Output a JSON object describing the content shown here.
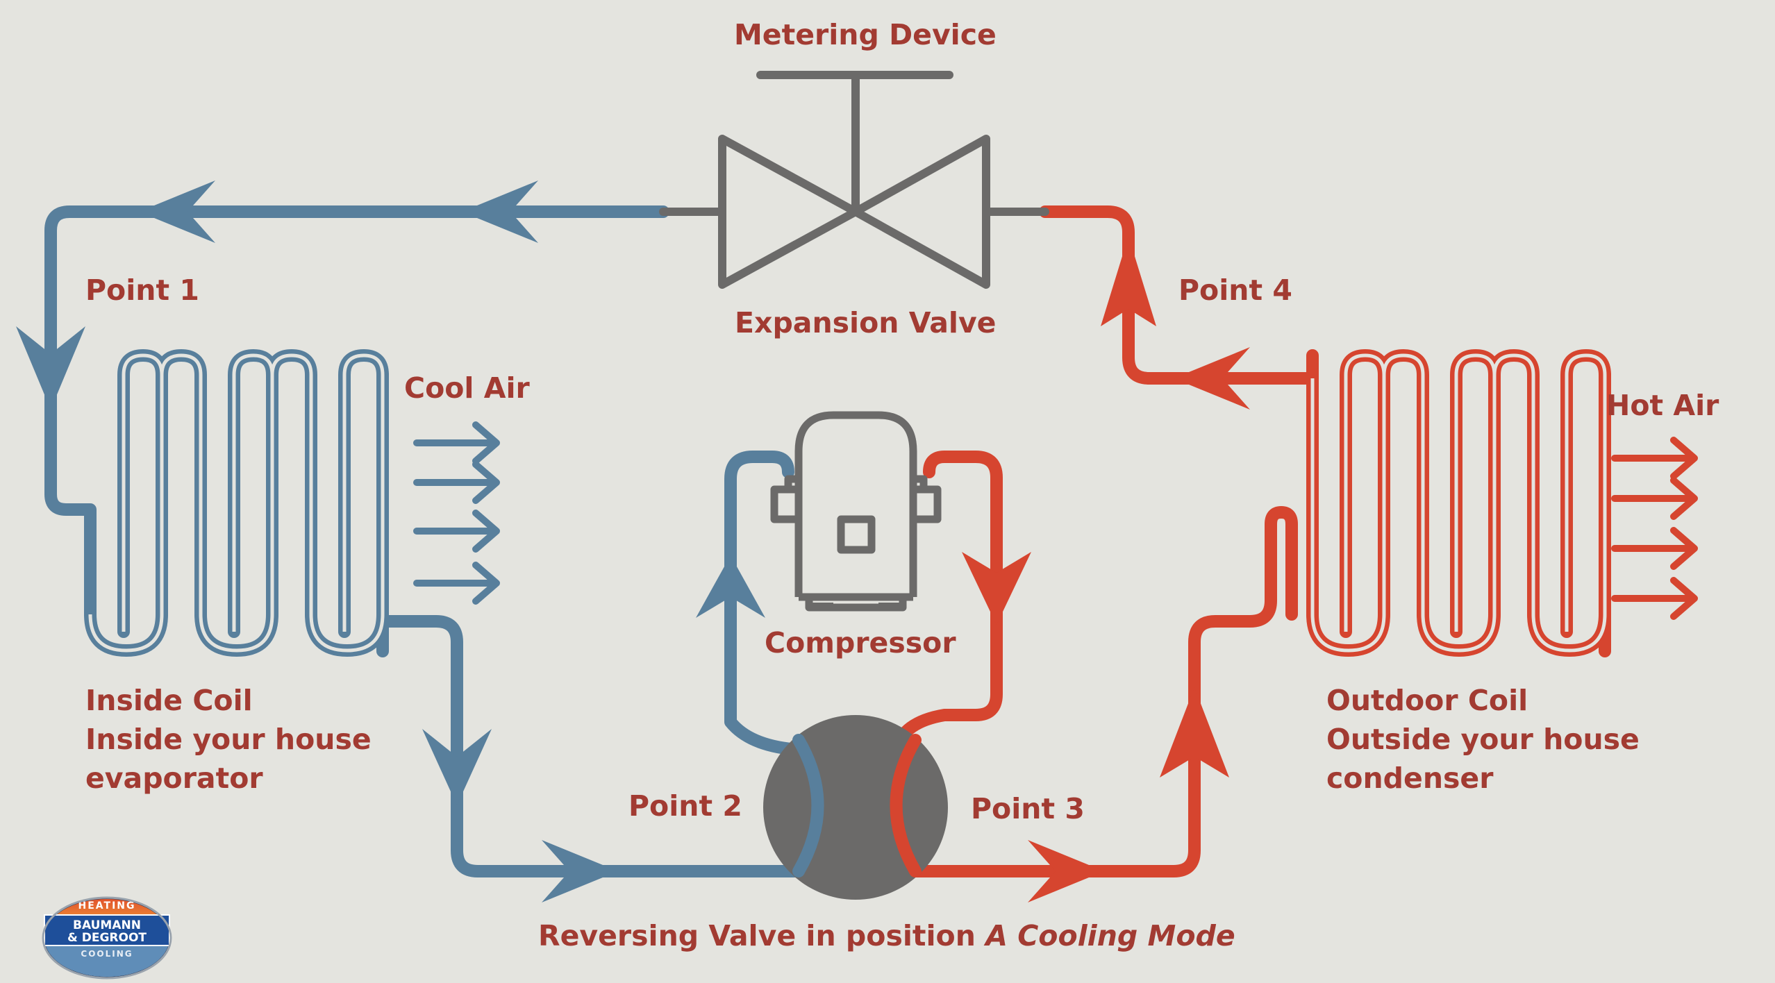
{
  "colors": {
    "background": "#e4e4df",
    "cool_pipe": "#587f9c",
    "hot_pipe": "#d6452f",
    "device_gray": "#6b6a69",
    "label_text": "#a23b32"
  },
  "labels": {
    "metering_device": "Metering Device",
    "expansion_valve": "Expansion Valve",
    "point_1": "Point 1",
    "point_2": "Point 2",
    "point_3": "Point 3",
    "point_4": "Point 4",
    "cool_air": "Cool Air",
    "hot_air": "Hot Air",
    "compressor": "Compressor",
    "inside_coil": [
      "Inside Coil",
      "Inside your house",
      "evaporator"
    ],
    "outdoor_coil": [
      "Outdoor Coil",
      "Outside your house",
      "condenser"
    ],
    "reversing_valve_prefix": "Reversing Valve in position",
    "reversing_valve_mode": "A Cooling Mode"
  },
  "logo": {
    "top_text": "HEATING",
    "name_line_1": "BAUMANN",
    "name_line_2": "& DEGROOT",
    "bottom_text": "COOLING"
  }
}
